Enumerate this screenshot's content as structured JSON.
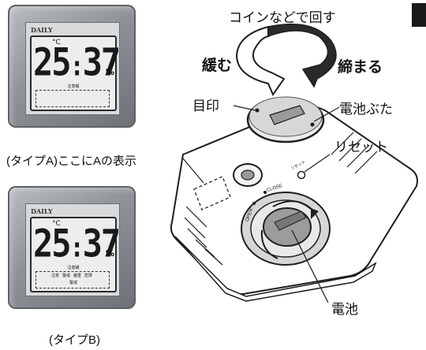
{
  "device_a": {
    "brand": "DAILY",
    "temperature": "25",
    "humidity": "37",
    "celsius_unit": "°C",
    "percent_unit": "%",
    "warning_label": "注意報",
    "caption": "(タイプA)ここにAの表示"
  },
  "device_b": {
    "brand": "DAILY",
    "temperature": "25",
    "humidity": "37",
    "celsius_unit": "°C",
    "percent_unit": "%",
    "warning_label": "注意報",
    "levels": [
      "注意",
      "警戒",
      "厳重",
      "危険"
    ],
    "level_extra": "警戒",
    "caption": "(タイプB)"
  },
  "annotations": {
    "rotate_with_coin": "コインなどで回す",
    "loosen": "緩む",
    "tighten": "締まる",
    "mark": "目印",
    "battery_cover": "電池ぶた",
    "reset": "リセット",
    "battery": "電池",
    "open": "OPEN",
    "close": "CLOSE",
    "reset_small": "リセット"
  },
  "colors": {
    "device_body": "#8f9398",
    "device_outline": "#222222",
    "accent_square": "#1a1a1a"
  }
}
